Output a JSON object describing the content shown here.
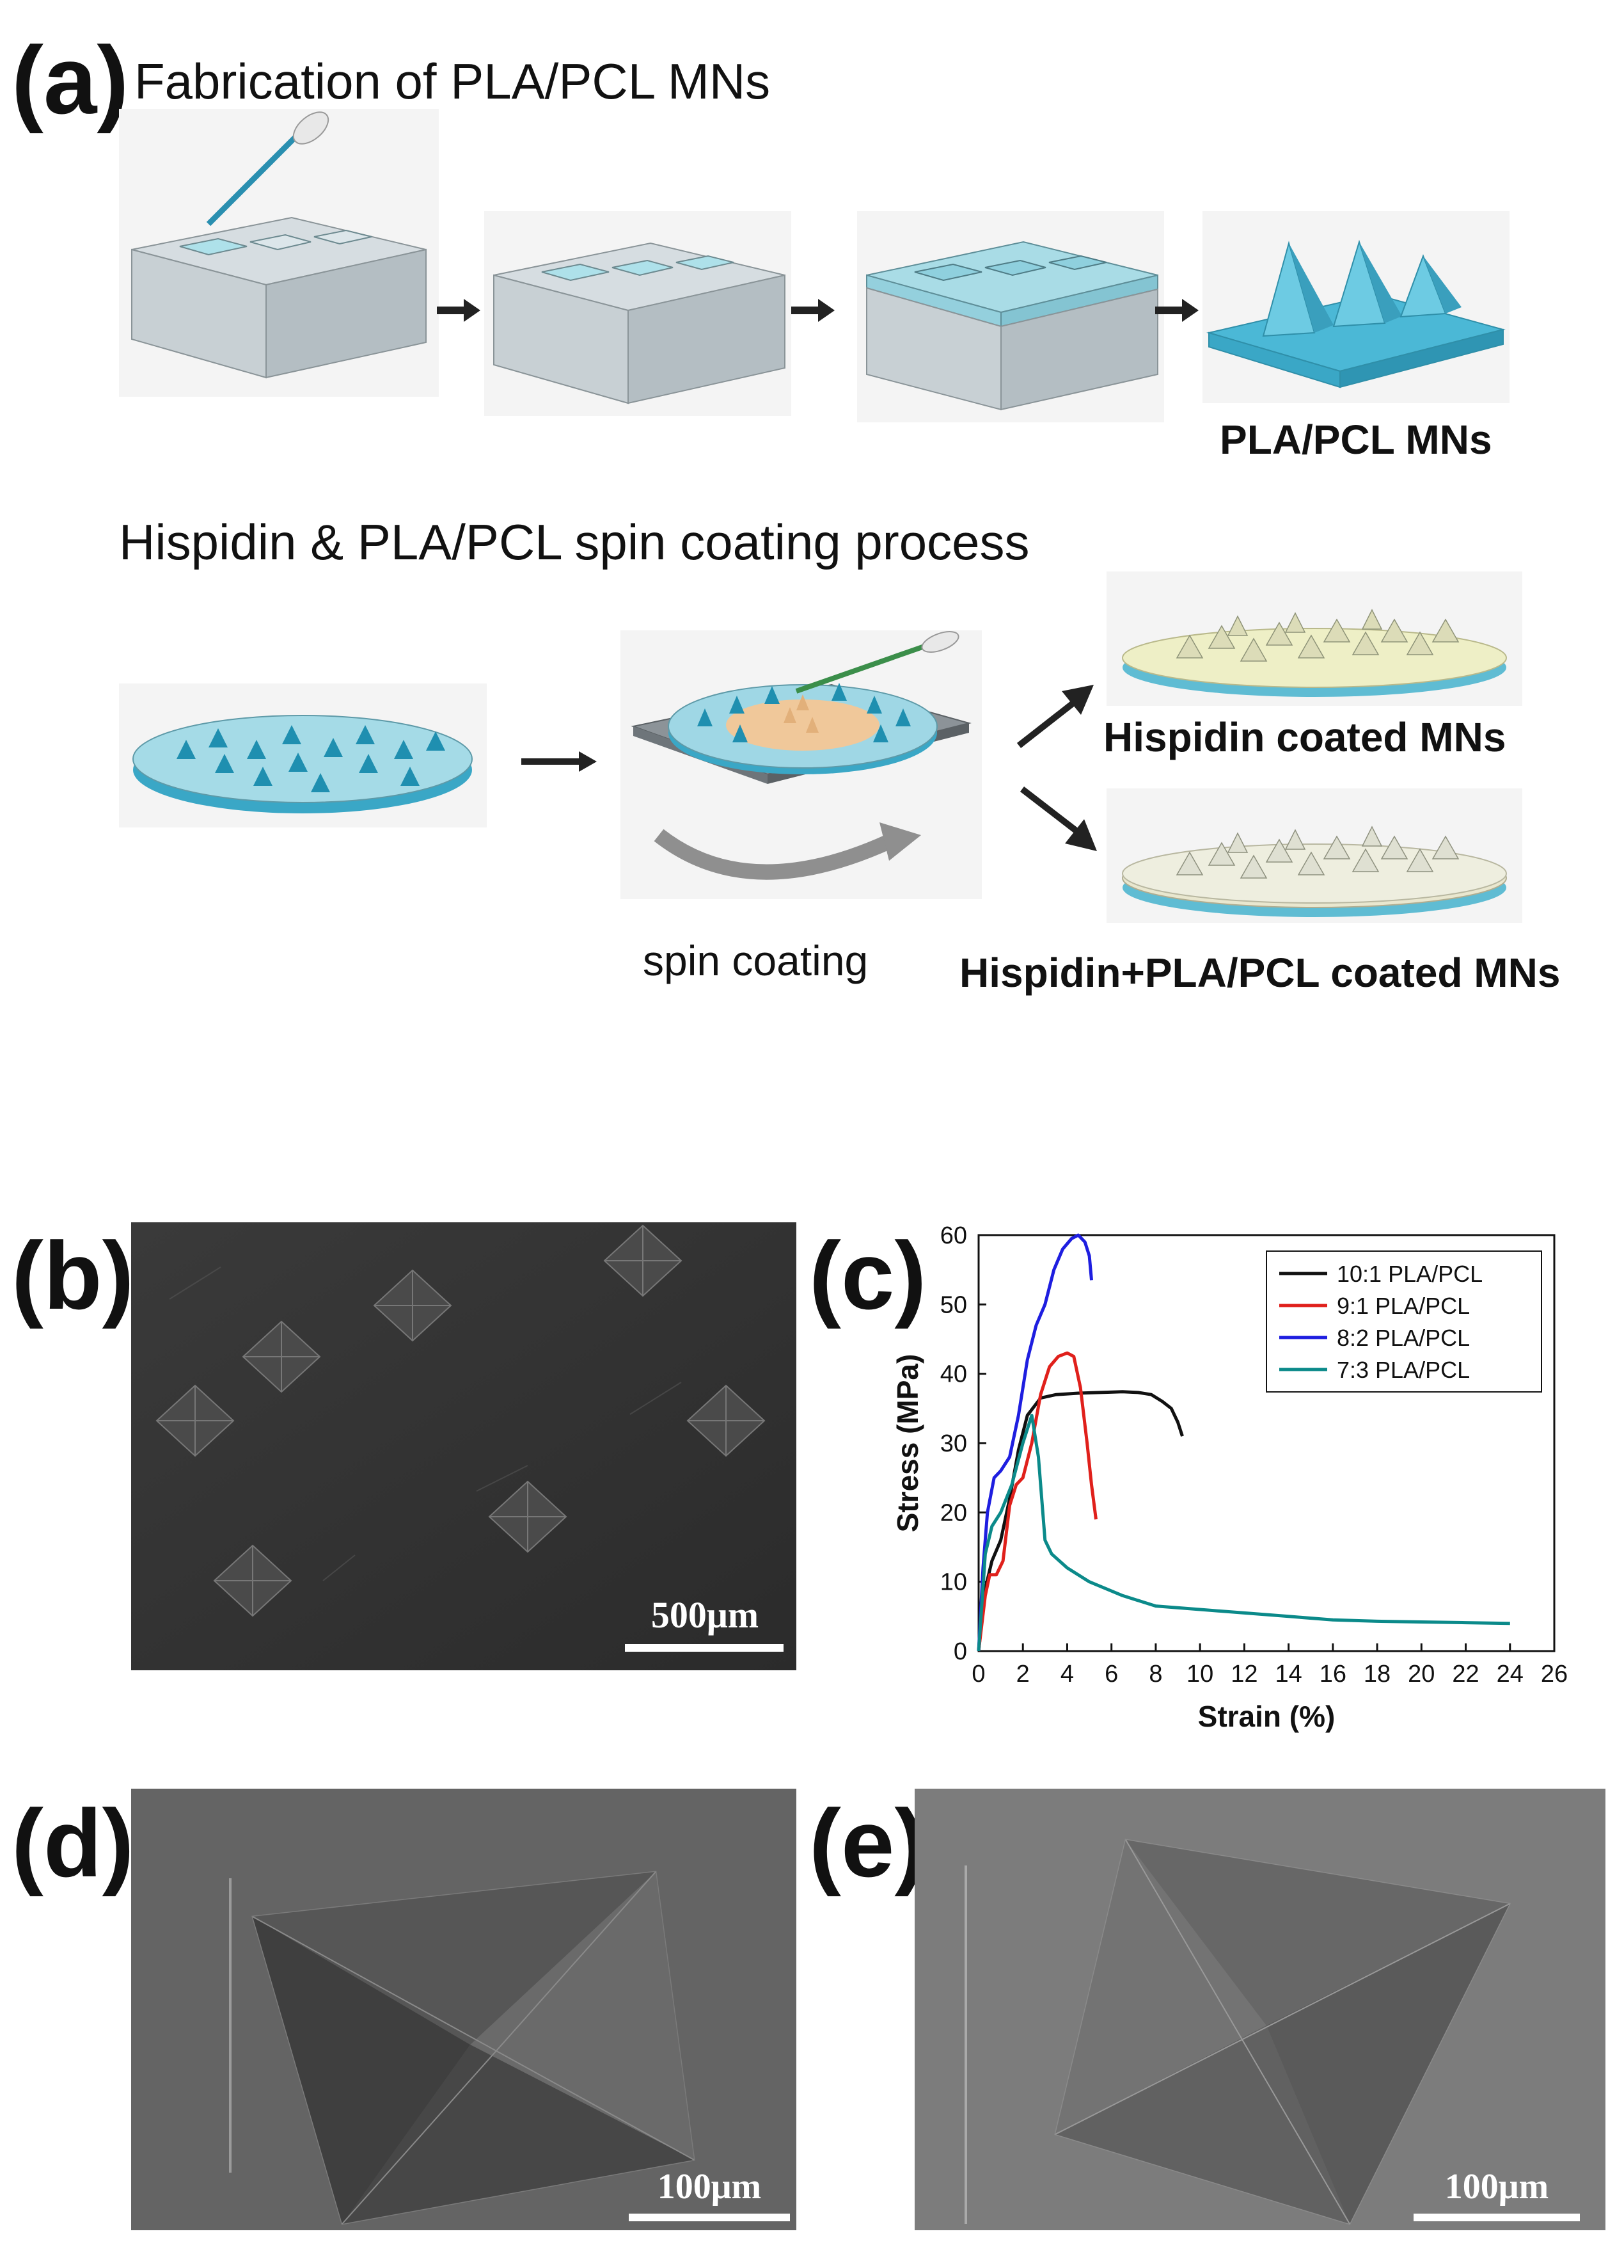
{
  "panel_a": {
    "label": "(a)",
    "fab_title": "Fabrication of PLA/PCL MNs",
    "fab_result": "PLA/PCL MNs",
    "spin_title": "Hispidin & PLA/PCL spin coating process",
    "spin_label": "spin coating",
    "result_1": "Hispidin coated MNs",
    "result_2": "Hispidin+PLA/PCL coated MNs"
  },
  "panel_b": {
    "label": "(b)",
    "scale": "500μm"
  },
  "panel_c": {
    "label": "(c)"
  },
  "panel_d": {
    "label": "(d)",
    "scale": "100μm"
  },
  "panel_e": {
    "label": "(e)",
    "scale": "100μm"
  },
  "chart_data": {
    "type": "line",
    "xlabel": "Strain (%)",
    "ylabel": "Stress (MPa)",
    "xlim": [
      0,
      26
    ],
    "ylim": [
      0,
      60
    ],
    "xticks": [
      0,
      2,
      4,
      6,
      8,
      10,
      12,
      14,
      16,
      18,
      20,
      22,
      24,
      26
    ],
    "yticks": [
      0,
      10,
      20,
      30,
      40,
      50,
      60
    ],
    "grid": false,
    "legend_position": "top-right",
    "series": [
      {
        "name": "10:1 PLA/PCL",
        "color": "#111111",
        "x": [
          0,
          0.3,
          0.6,
          1.0,
          1.4,
          1.8,
          2.2,
          2.8,
          3.5,
          4.5,
          5.5,
          6.5,
          7.2,
          7.8,
          8.3,
          8.7,
          9.0,
          9.2
        ],
        "y": [
          0,
          9,
          13,
          16,
          22,
          29,
          34,
          36.5,
          37,
          37.2,
          37.3,
          37.4,
          37.3,
          37,
          36,
          35,
          33,
          31
        ]
      },
      {
        "name": "9:1 PLA/PCL",
        "color": "#e0201b",
        "x": [
          0,
          0.3,
          0.5,
          0.8,
          1.1,
          1.4,
          1.7,
          2.0,
          2.4,
          2.8,
          3.2,
          3.6,
          4.0,
          4.3,
          4.6,
          4.9,
          5.1,
          5.3
        ],
        "y": [
          0,
          8,
          11,
          11,
          13,
          21,
          24,
          25,
          30,
          37,
          41,
          42.5,
          43,
          42.5,
          38,
          30,
          24,
          19
        ]
      },
      {
        "name": "8:2 PLA/PCL",
        "color": "#1e1ee0",
        "x": [
          0,
          0.2,
          0.4,
          0.7,
          1.0,
          1.4,
          1.8,
          2.2,
          2.6,
          3.0,
          3.4,
          3.8,
          4.2,
          4.5,
          4.8,
          5.0,
          5.1
        ],
        "y": [
          0,
          12,
          20,
          25,
          26,
          28,
          34,
          42,
          47,
          50,
          55,
          58,
          59.5,
          60,
          59,
          57,
          53.5
        ]
      },
      {
        "name": "7:3 PLA/PCL",
        "color": "#0b8a8a",
        "x": [
          0,
          0.3,
          0.6,
          1.0,
          1.5,
          2.0,
          2.4,
          2.7,
          3.0,
          3.3,
          4.0,
          5.0,
          6.5,
          8.0,
          10,
          12,
          14,
          16,
          18,
          20,
          22,
          24
        ],
        "y": [
          0,
          14,
          18,
          20,
          24,
          30,
          34,
          28,
          16,
          14,
          12,
          10,
          8,
          6.5,
          6,
          5.5,
          5,
          4.5,
          4.3,
          4.2,
          4.1,
          4
        ]
      }
    ]
  }
}
